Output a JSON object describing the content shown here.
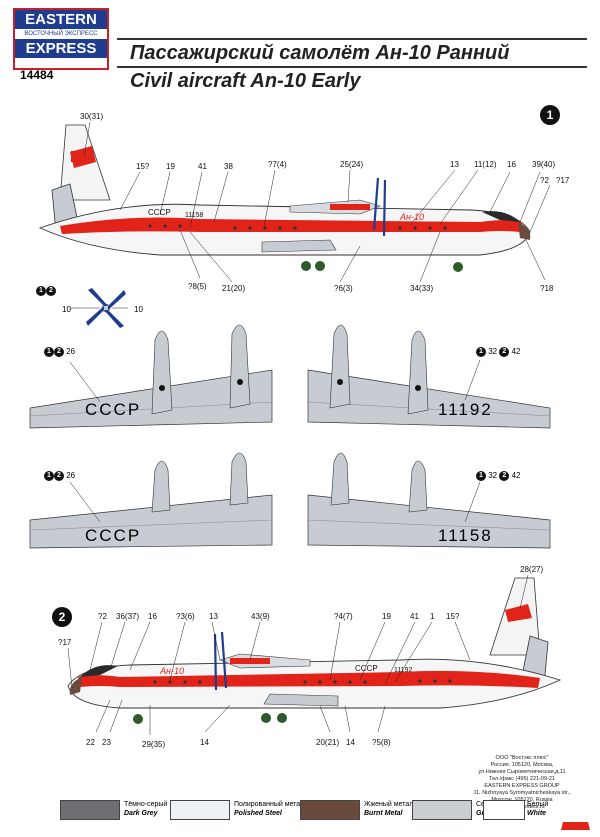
{
  "header": {
    "logo_line1": "EASTERN",
    "logo_line2": "ВОСТОЧНЫЙ ЭКСПРЕСС",
    "logo_line3": "EXPRESS",
    "kit_code": "14484",
    "title_ru": "Пассажирский самолёт Ан-10 Ранний",
    "title_en": "Civil aircraft An-10 Early"
  },
  "view1": {
    "badge": "1",
    "callouts": [
      "30(31)",
      "15?",
      "19",
      "41",
      "38",
      "?7(4)",
      "25(24)",
      "13",
      "11(12)",
      "16",
      "39(40)",
      "?2",
      "?17",
      "?8(5)",
      "21(20)",
      "?6(3)",
      "34(33)",
      "?18"
    ],
    "fuselage_reg": "CCCP",
    "fuselage_num": "11158",
    "script": "Ан-10"
  },
  "prop": {
    "markers": [
      "1",
      "2"
    ],
    "left": "10",
    "right": "10"
  },
  "wings": {
    "w1_ref": "26",
    "w1_text": "CCCP",
    "w2_ref_a": "32",
    "w2_ref_b": "42",
    "w2_text": "11192",
    "w3_ref": "26",
    "w3_text": "CCCP",
    "w4_ref_a": "32",
    "w4_ref_b": "42",
    "w4_text": "11158"
  },
  "view2": {
    "badge": "2",
    "callouts": [
      "28(27)",
      "?2",
      "36(37)",
      "16",
      "?3(6)",
      "13",
      "43(9)",
      "?4(7)",
      "19",
      "41",
      "1",
      "15?",
      "?17",
      "22",
      "23",
      "29(35)",
      "14",
      "20(21)",
      "14",
      "?5(8)"
    ],
    "fuselage_reg": "CCCP",
    "fuselage_num": "11192",
    "script": "Ан-10"
  },
  "address": [
    "ООО \"Востэкс плюс\"",
    "Россия, 105120, Москва,",
    "ул.Нижняя Сыромятническая,д.11",
    "Тел./факс (495) 221-09-21",
    "EASTERN EXPRESS GROUP",
    "11, Nizhnyaya Syromyatnicheskaya str.,",
    "Moscow, 105120, Russia",
    "www.ee-models.ru"
  ],
  "legend": [
    {
      "ru": "Тёмно-серый",
      "en": "Dark Grey",
      "color": "#6e6f72"
    },
    {
      "ru": "Полированный металл",
      "en": "Polished Steel",
      "color": "#eef1f6"
    },
    {
      "ru": "Жженый металл",
      "en": "Burnt Metal",
      "color": "#6b4a3e"
    },
    {
      "ru": "Серый",
      "en": "Grey",
      "color": "#c9cdd2"
    },
    {
      "ru": "Белый",
      "en": "White",
      "color": "#ffffff"
    }
  ],
  "colors": {
    "red": "#e2231a",
    "grey": "#c7cbd2",
    "dark": "#2a2a2a",
    "blue": "#1f3d8f"
  }
}
